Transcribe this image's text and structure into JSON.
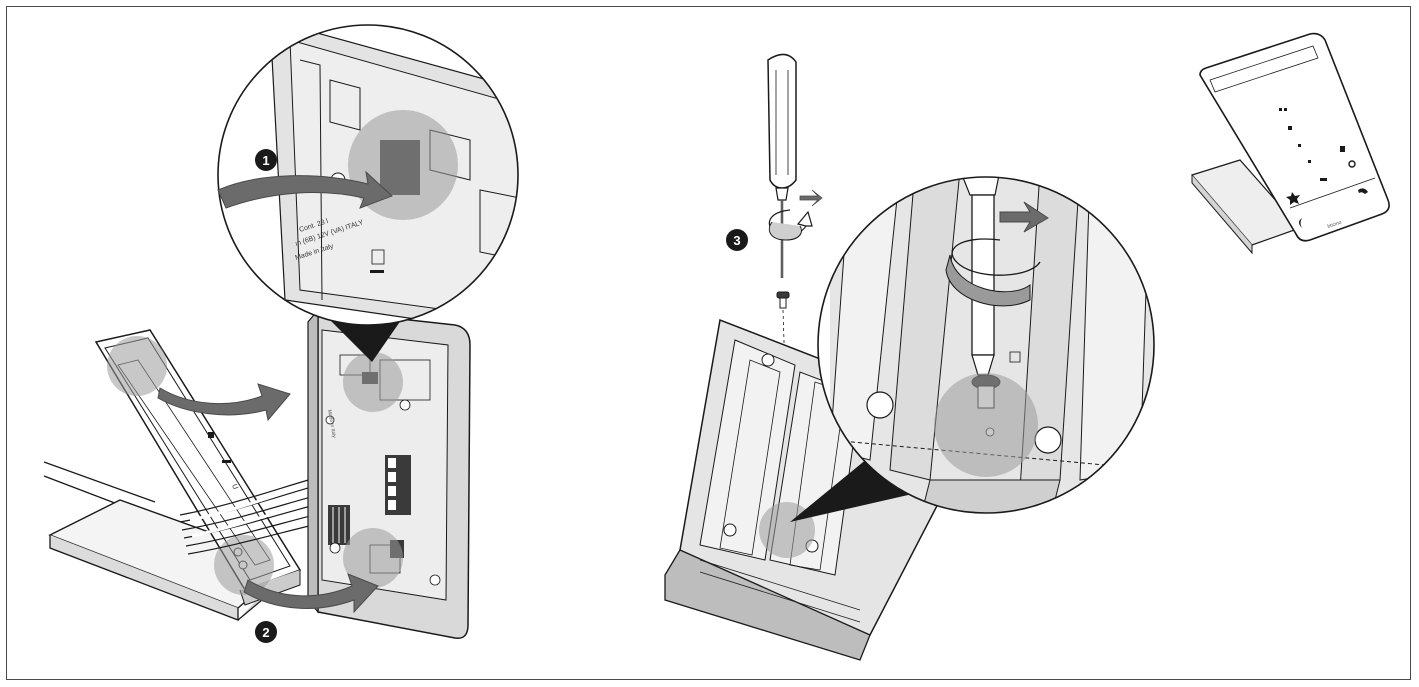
{
  "steps": [
    "1",
    "2",
    "3"
  ],
  "label_text": {
    "line1": "Cont. 23 l",
    "line2": "ın (6B) 12V (VA) ITALY",
    "line3": "Made in Italy"
  },
  "brand_text": "bticino",
  "colors": {
    "outline": "#1a1a1a",
    "arrow": "#6b6b6b",
    "highlight": "#9a9a9a",
    "panel_fill": "#e9e9e9",
    "dark_fill": "#3a3a3a",
    "badge": "#1a1a1a"
  }
}
